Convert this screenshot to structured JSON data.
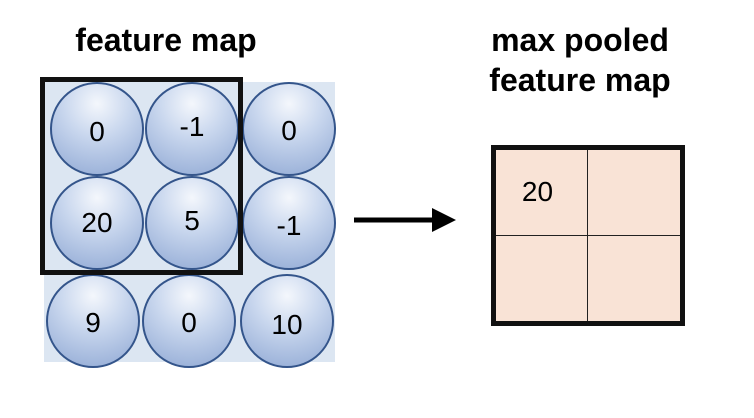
{
  "feature_map": {
    "title": "feature map",
    "cells": [
      "0",
      "-1",
      "0",
      "20",
      "5",
      "-1",
      "9",
      "0",
      "10"
    ]
  },
  "pooled_map": {
    "title_lines": [
      "max pooled",
      "feature map"
    ],
    "cells": [
      "20",
      "",
      "",
      ""
    ]
  },
  "colors": {
    "grid_background": "#dce6f2",
    "cell_fill": "#9fb6dc",
    "cell_border": "#34558b",
    "pooled_fill": "#f9e3d6",
    "frame": "#111111"
  }
}
